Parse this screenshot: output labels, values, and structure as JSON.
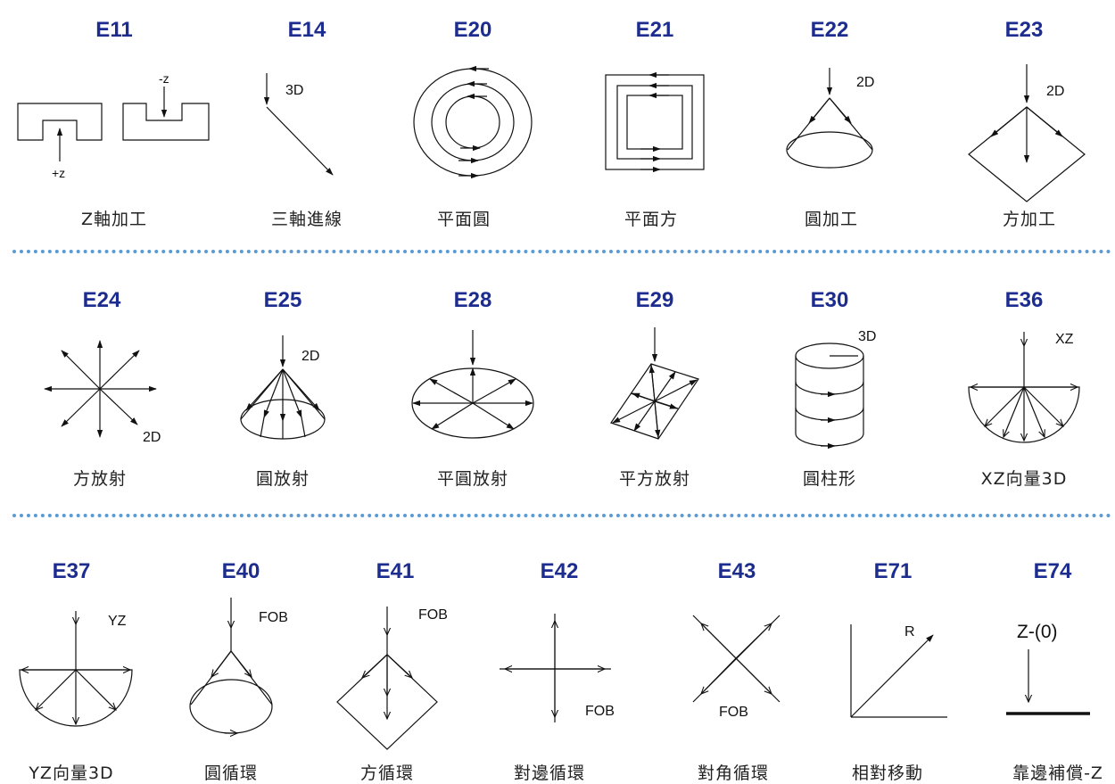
{
  "rows": [
    {
      "items": [
        {
          "code": "E11",
          "label": "Z軸加工",
          "notes": [
            "-z",
            "+z"
          ]
        },
        {
          "code": "E14",
          "label": "三軸進線",
          "notes": [
            "3D"
          ]
        },
        {
          "code": "E20",
          "label": "平面圓"
        },
        {
          "code": "E21",
          "label": "平面方"
        },
        {
          "code": "E22",
          "label": "圓加工",
          "notes": [
            "2D"
          ]
        },
        {
          "code": "E23",
          "label": "方加工",
          "notes": [
            "2D"
          ]
        }
      ]
    },
    {
      "items": [
        {
          "code": "E24",
          "label": "方放射",
          "notes": [
            "2D"
          ]
        },
        {
          "code": "E25",
          "label": "圓放射",
          "notes": [
            "2D"
          ]
        },
        {
          "code": "E28",
          "label": "平圓放射"
        },
        {
          "code": "E29",
          "label": "平方放射"
        },
        {
          "code": "E30",
          "label": "圓柱形",
          "notes": [
            "3D"
          ]
        },
        {
          "code": "E36",
          "label": "XZ向量3D",
          "notes": [
            "XZ"
          ]
        }
      ]
    },
    {
      "items": [
        {
          "code": "E37",
          "label": "YZ向量3D",
          "notes": [
            "YZ"
          ]
        },
        {
          "code": "E40",
          "label": "圓循環",
          "notes": [
            "FOB"
          ]
        },
        {
          "code": "E41",
          "label": "方循環",
          "notes": [
            "FOB"
          ]
        },
        {
          "code": "E42",
          "label": "對邊循環",
          "notes": [
            "FOB"
          ]
        },
        {
          "code": "E43",
          "label": "對角循環",
          "notes": [
            "FOB"
          ]
        },
        {
          "code": "E71",
          "label": "相對移動",
          "notes": [
            "R"
          ]
        },
        {
          "code": "E74",
          "label": "靠邊補償-Z",
          "notes": [
            "Z-(0)"
          ]
        }
      ]
    }
  ],
  "colors": {
    "code": "#1c2c8f",
    "separator": "#5b9bd5",
    "line": "#111111"
  }
}
